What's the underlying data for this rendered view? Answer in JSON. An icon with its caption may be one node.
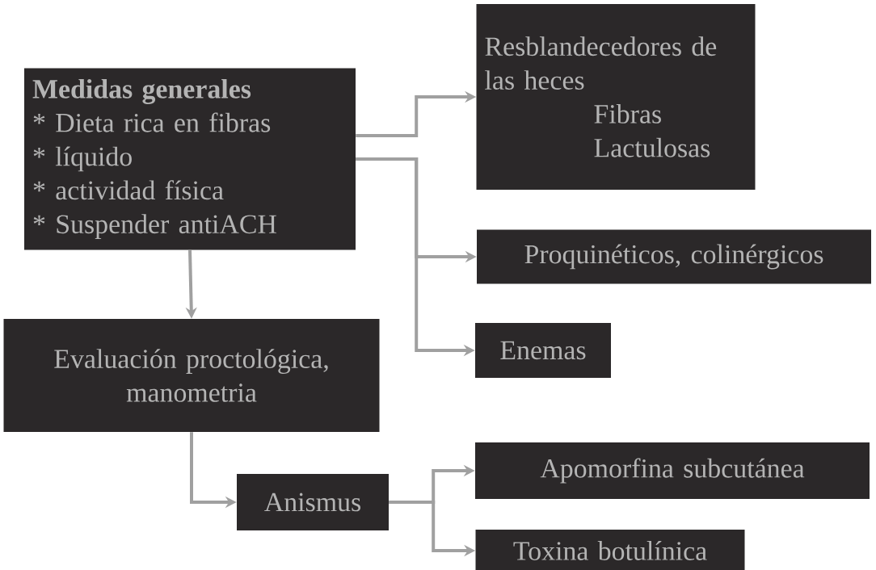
{
  "diagram": {
    "nodes": [
      {
        "text": [
          "Medidas generales",
          "* Dieta rica en fibras",
          "* líquido",
          "* actividad física",
          "* Suspender antiACH"
        ]
      },
      {
        "text": [
          "Resblandecedores de las heces",
          "Fibras",
          "Lactulosas"
        ]
      },
      {
        "text": [
          "Proquinéticos, colinérgicos"
        ]
      },
      {
        "text": [
          "Enemas"
        ]
      },
      {
        "text": [
          "Evaluación proctológica, manometria"
        ]
      },
      {
        "text": [
          "Anismus"
        ]
      },
      {
        "text": [
          "Apomorfina subcutánea"
        ]
      },
      {
        "text": [
          "Toxina botulínica"
        ]
      }
    ],
    "edges": [
      {
        "from": 0,
        "to": 1,
        "arrow": "to"
      },
      {
        "from": 0,
        "to": 2,
        "arrow": "to"
      },
      {
        "from": 0,
        "to": 3,
        "arrow": "to"
      },
      {
        "from": 0,
        "to": 4,
        "arrow": "to"
      },
      {
        "from": 4,
        "to": 5,
        "arrow": "to"
      },
      {
        "from": 5,
        "to": 6,
        "arrow": "to"
      },
      {
        "from": 5,
        "to": 7,
        "arrow": "to"
      }
    ]
  }
}
